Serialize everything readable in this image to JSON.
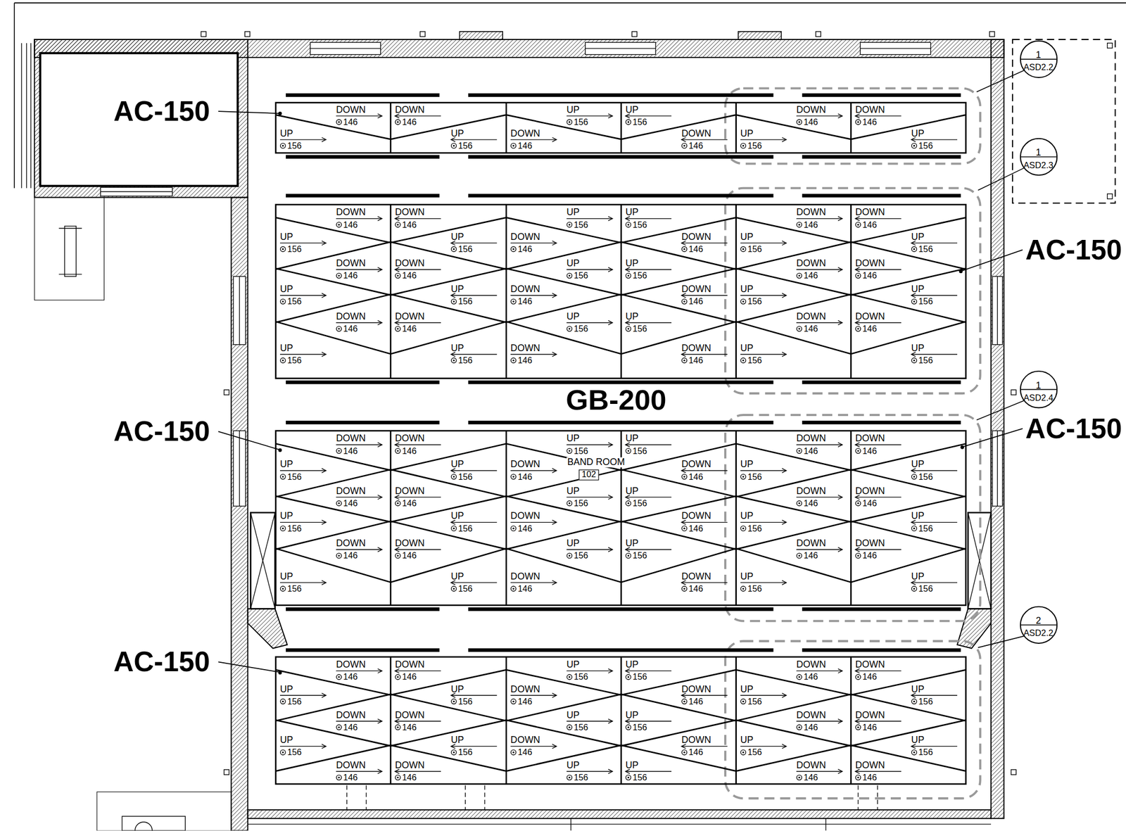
{
  "diagram": {
    "nodes": [
      {
        "text": [
          "1",
          "ASD2.2"
        ]
      },
      {
        "text": [
          "1",
          "ASD2.3"
        ]
      },
      {
        "text": [
          "1",
          "ASD2.4"
        ]
      },
      {
        "text": [
          "102"
        ]
      },
      {
        "text": [
          "2",
          "ASD2.2"
        ]
      }
    ],
    "labels": [
      "AC-150",
      "AC-150",
      "GB-200",
      "AC-150",
      "AC-150",
      "AC-150",
      "DOWN",
      "146",
      "UP",
      "156",
      "DOWN",
      "146",
      "UP",
      "156",
      "UP",
      "156",
      "DOWN",
      "146",
      "UP",
      "156",
      "DOWN",
      "146",
      "DOWN",
      "146",
      "UP",
      "156",
      "DOWN",
      "146",
      "UP",
      "156",
      "DOWN",
      "146",
      "UP",
      "156",
      "DOWN",
      "146",
      "UP",
      "156",
      "DOWN",
      "146",
      "UP",
      "156",
      "DOWN",
      "146",
      "UP",
      "156",
      "DOWN",
      "146",
      "UP",
      "156",
      "DOWN",
      "146",
      "UP",
      "156",
      "UP",
      "156",
      "DOWN",
      "146",
      "UP",
      "156",
      "DOWN",
      "146",
      "UP",
      "156",
      "DOWN",
      "146",
      "UP",
      "156",
      "DOWN",
      "146",
      "UP",
      "156",
      "DOWN",
      "146",
      "UP",
      "156",
      "DOWN",
      "146",
      "DOWN",
      "146",
      "UP",
      "156",
      "DOWN",
      "146",
      "UP",
      "156",
      "DOWN",
      "146",
      "UP",
      "156",
      "DOWN",
      "146",
      "UP",
      "156",
      "DOWN",
      "146",
      "UP",
      "156",
      "DOWN",
      "146",
      "UP",
      "156",
      "DOWN",
      "146",
      "UP",
      "156",
      "DOWN",
      "146",
      "UP",
      "156",
      "DOWN",
      "146",
      "UP",
      "156",
      "DOWN",
      "146",
      "UP",
      "156",
      "DOWN",
      "146",
      "UP",
      "156",
      "DOWN",
      "146",
      "UP",
      "156",
      "UP",
      "156",
      "DOWN",
      "146",
      "UP",
      "156",
      "DOWN",
      "146",
      "UP",
      "156",
      "DOWN",
      "146",
      "UP",
      "156",
      "DOWN",
      "146",
      "UP",
      "156",
      "DOWN",
      "146",
      "UP",
      "156",
      "DOWN",
      "146",
      "DOWN",
      "146",
      "UP",
      "156",
      "DOWN",
      "146",
      "UP",
      "156",
      "DOWN",
      "146",
      "UP",
      "156",
      "DOWN",
      "146",
      "UP",
      "156",
      "DOWN",
      "146",
      "UP",
      "156",
      "DOWN",
      "146",
      "UP",
      "156",
      "DOWN",
      "146",
      "UP",
      "156",
      "DOWN",
      "146",
      "UP",
      "156",
      "DOWN",
      "146",
      "DOWN",
      "146",
      "UP",
      "156",
      "DOWN",
      "146",
      "UP",
      "156",
      "DOWN",
      "146",
      "UP",
      "156",
      "DOWN",
      "146",
      "UP",
      "156",
      "DOWN",
      "146",
      "UP",
      "156",
      "UP",
      "156",
      "DOWN",
      "146",
      "UP",
      "156",
      "DOWN",
      "146",
      "UP",
      "156",
      "DOWN",
      "146",
      "UP",
      "156",
      "DOWN",
      "146",
      "UP",
      "156",
      "DOWN",
      "146",
      "DOWN",
      "146",
      "UP",
      "156",
      "DOWN",
      "146",
      "UP",
      "156",
      "DOWN",
      "146",
      "BAND ROOM"
    ]
  }
}
